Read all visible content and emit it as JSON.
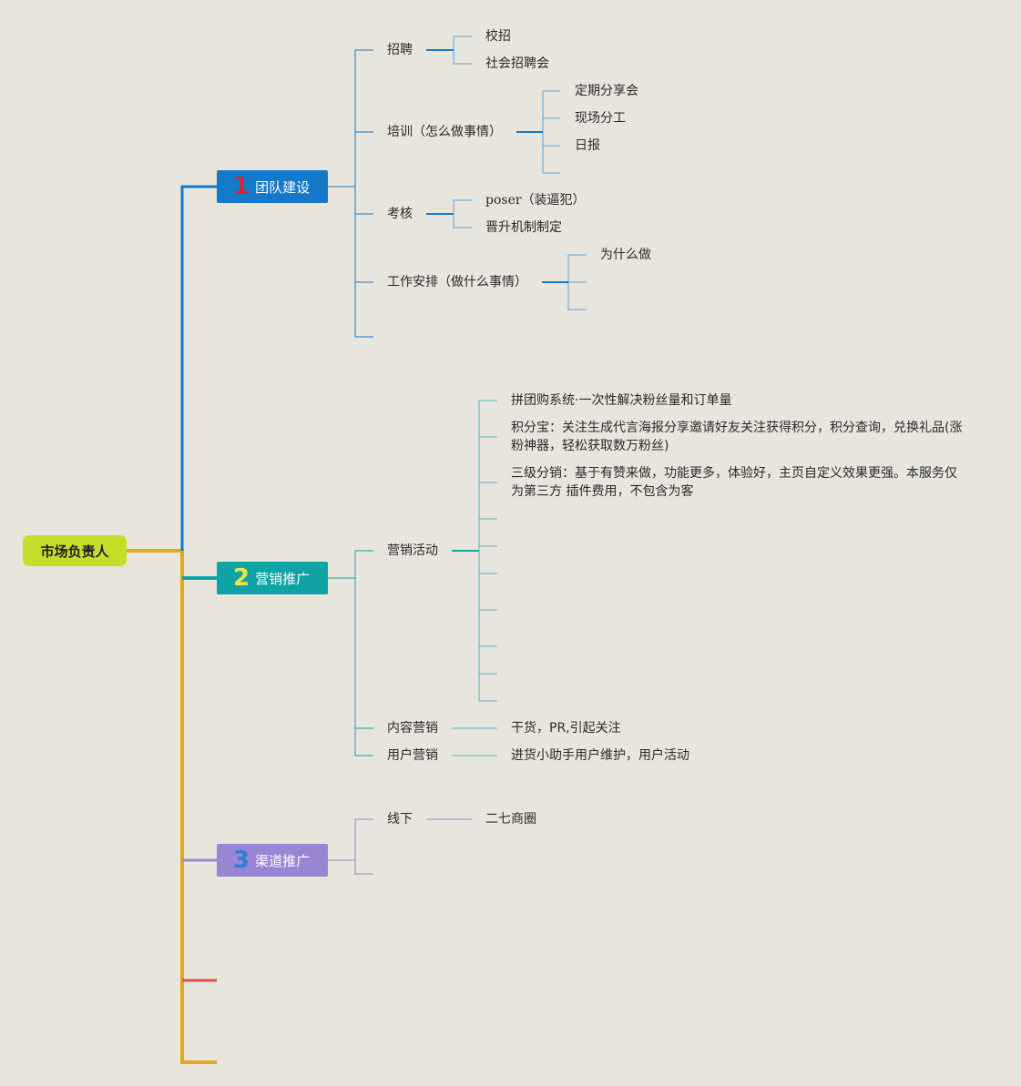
{
  "root": {
    "label": "市场负责人"
  },
  "colors": {
    "background": "#e8e5dc",
    "root": "#c6dd2a",
    "trunk": "#e3a81c",
    "team": "#1479c9",
    "marketing": "#10a3a6",
    "channel": "#9a85d4",
    "red_branch": "#d9534f"
  },
  "branches": {
    "team": {
      "number": "1",
      "label": "团队建设",
      "children": {
        "recruit": {
          "label": "招聘",
          "items": [
            "校招",
            "社会招聘会"
          ]
        },
        "training": {
          "label": "培训（怎么做事情）",
          "items": [
            "定期分享会",
            "现场分工",
            "日报"
          ]
        },
        "assess": {
          "label": "考核",
          "items": [
            "poser（装逼犯）",
            "晋升机制制定"
          ]
        },
        "work": {
          "label": "工作安排（做什么事情）",
          "items": [
            "为什么做"
          ]
        }
      }
    },
    "marketing": {
      "number": "2",
      "label": "营销推广",
      "children": {
        "activities": {
          "label": "营销活动",
          "items": [
            "拼团购系统·一次性解决粉丝量和订单量",
            "积分宝：关注生成代言海报分享邀请好友关注获得积分，积分查询，兑换礼品(涨粉神器，轻松获取数万粉丝)",
            "三级分销：基于有赞来做，功能更多，体验好，主页自定义效果更强。本服务仅为第三方 插件费用，不包含为客"
          ]
        },
        "content": {
          "label": "内容营销",
          "items": [
            "干货，PR,引起关注"
          ]
        },
        "user": {
          "label": "用户营销",
          "items": [
            "进货小助手用户维护，用户活动"
          ]
        }
      }
    },
    "channel": {
      "number": "3",
      "label": "渠道推广",
      "children": {
        "offline": {
          "label": "线下",
          "items": [
            "二七商圈"
          ]
        }
      }
    }
  }
}
